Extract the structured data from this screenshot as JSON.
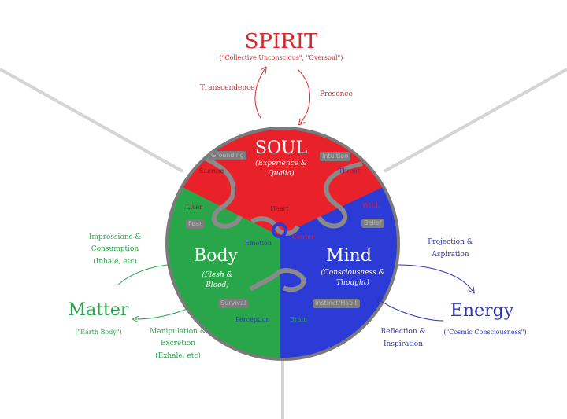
{
  "spirit": {
    "title": "SPIRIT",
    "subtitle": "(\"Collective Unconscious\", \"Oversoul\")",
    "transcendence": "Transcendence",
    "presence": "Presence"
  },
  "soul": {
    "title": "SOUL",
    "subtitle_line1": "(Experience &",
    "subtitle_line2": "Qualia)",
    "pill_left": "Grounding",
    "pill_right": "Intuition",
    "label_left": "Sacrum",
    "label_right": "Throat"
  },
  "body": {
    "title": "Body",
    "subtitle_line1": "(Flesh &",
    "subtitle_line2": "Blood)",
    "liver": "Liver",
    "pill_left": "Fear",
    "pill_bottom": "Survival",
    "perception": "Perception",
    "emotion": "Emotion"
  },
  "mind": {
    "title": "Mind",
    "subtitle_line1": "(Consciousness &",
    "subtitle_line2": "Thought)",
    "will": "WILL",
    "pill_right": "Belief",
    "pill_bottom": "Instinct/Habit",
    "brain": "Brain"
  },
  "center": {
    "heart": "Heart",
    "center_label": "Center"
  },
  "matter": {
    "title": "Matter",
    "subtitle": "(\"Earth Body\")",
    "impressions_line1": "Impressions &",
    "impressions_line2": "Consumption",
    "impressions_line3": "(Inhale, etc)",
    "manipulation_line1": "Manipulation &",
    "manipulation_line2": "Excretion",
    "manipulation_line3": "(Exhale, etc)"
  },
  "energy": {
    "title": "Energy",
    "subtitle": "(\"Cosmic Consciousness\")",
    "projection_line1": "Projection &",
    "projection_line2": "Aspiration",
    "reflection_line1": "Reflection &",
    "reflection_line2": "Inspiration"
  },
  "colors": {
    "soul": "#e8212b",
    "body": "#2aa64a",
    "mind": "#2c3ad6",
    "border": "#7a7a7a",
    "spirit_text": "#d6282c",
    "matter_text": "#2aa64a",
    "energy_text": "#2a34b8"
  }
}
